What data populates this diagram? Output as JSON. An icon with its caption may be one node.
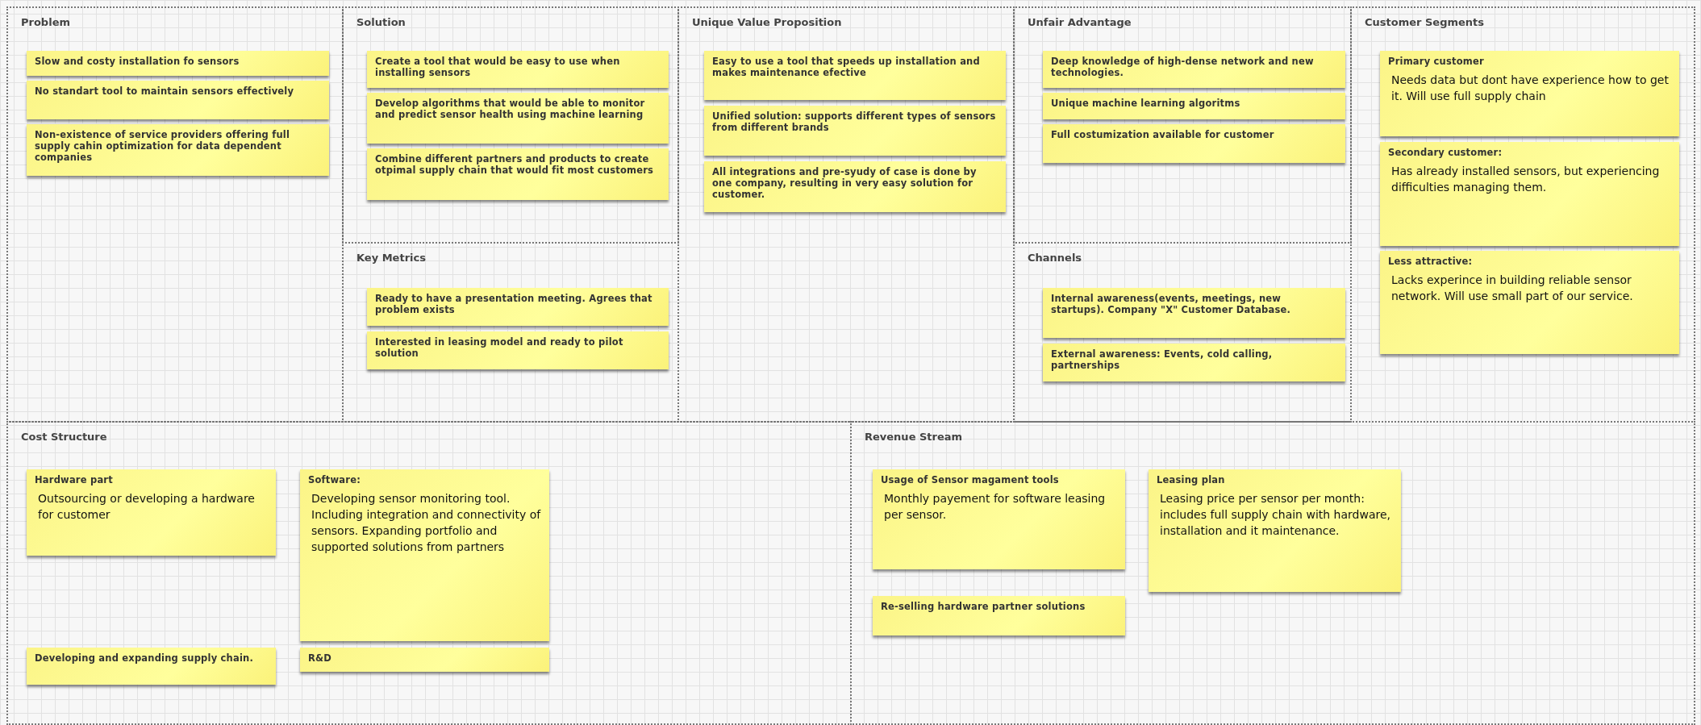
{
  "diagram": {
    "nodes": [
      {
        "text": [
          "Problem"
        ]
      },
      {
        "text": [
          "Slow and costy installation fo sensors"
        ],
        "in": 0
      },
      {
        "text": [
          "No standart tool to maintain sensors effectively"
        ],
        "in": 0
      },
      {
        "text": [
          "Non-existence of service providers offering full supply cahin optimization for data dependent companies"
        ],
        "in": 0
      },
      {
        "text": [
          "Solution"
        ]
      },
      {
        "text": [
          "Create a tool that would be easy to use when installing sensors"
        ],
        "in": 4
      },
      {
        "text": [
          "Develop algorithms that would be able to monitor and predict sensor health using machine learning"
        ],
        "in": 4
      },
      {
        "text": [
          "Combine different partners and products to create otpimal supply chain that would fit most customers"
        ],
        "in": 4
      },
      {
        "text": [
          "Key Metrics"
        ]
      },
      {
        "text": [
          "Ready to have a presentation meeting. Agrees that problem exists"
        ],
        "in": 8
      },
      {
        "text": [
          "Interested in leasing model and ready to pilot solution"
        ],
        "in": 8
      },
      {
        "text": [
          "Unique Value Proposition"
        ]
      },
      {
        "text": [
          "Easy to use a tool that speeds up installation and makes maintenance efective"
        ],
        "in": 11
      },
      {
        "text": [
          "Unified solution: supports different types of sensors from different brands"
        ],
        "in": 11
      },
      {
        "text": [
          "All integrations and pre-syudy of case is done by one company, resulting in very easy solution for customer."
        ],
        "in": 11
      },
      {
        "text": [
          "Unfair Advantage"
        ]
      },
      {
        "text": [
          "Deep knowledge of high-dense network and new technologies."
        ],
        "in": 15
      },
      {
        "text": [
          "Unique machine learning algoritms"
        ],
        "in": 15
      },
      {
        "text": [
          "Full costumization available for customer"
        ],
        "in": 15
      },
      {
        "text": [
          "Channels"
        ]
      },
      {
        "text": [
          "Internal awareness(events, meetings, new startups). Company \"X\" Customer Database."
        ],
        "in": 19
      },
      {
        "text": [
          "External awareness: Events, cold calling, partnerships"
        ],
        "in": 19
      },
      {
        "text": [
          "Customer Segments"
        ]
      },
      {
        "text": [
          "Primary customer",
          "Needs data but dont have experience how to get it. Will use full supply chain"
        ],
        "in": 22
      },
      {
        "text": [
          "Secondary customer:",
          "Has already installed sensors, but experiencing difficulties managing them."
        ],
        "in": 22
      },
      {
        "text": [
          "Less attractive:",
          "Lacks experince in building reliable sensor network. Will use small part of our service."
        ],
        "in": 22
      },
      {
        "text": [
          "Cost Structure"
        ]
      },
      {
        "text": [
          "Hardware part",
          "Outsourcing or developing a hardware for customer"
        ],
        "in": 26
      },
      {
        "text": [
          "Software:",
          "Developing sensor monitoring tool. Including integration and connectivity of sensors. Expanding portfolio and supported solutions from partners"
        ],
        "in": 26
      },
      {
        "text": [
          "Developing and expanding supply chain."
        ],
        "in": 26
      },
      {
        "text": [
          "R&D"
        ],
        "in": 26
      },
      {
        "text": [
          "Revenue Stream"
        ]
      },
      {
        "text": [
          "Usage of Sensor magament tools",
          "Monthly payement for software leasing per sensor."
        ],
        "in": 31
      },
      {
        "text": [
          "Leasing plan",
          "Leasing price per sensor per month: includes full supply chain with hardware, installation and it maintenance."
        ],
        "in": 31
      },
      {
        "text": [
          "Re-selling hardware partner solutions"
        ],
        "in": 31
      }
    ]
  }
}
